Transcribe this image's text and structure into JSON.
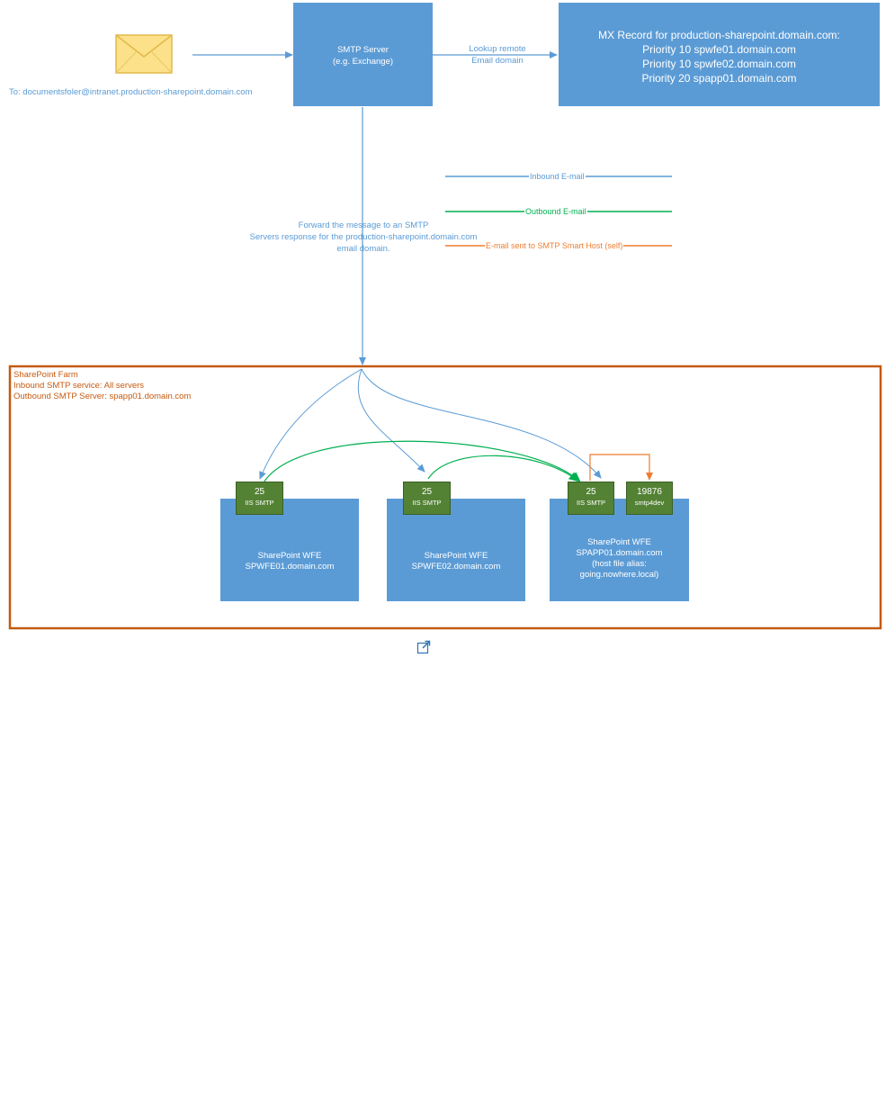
{
  "recipient": "To: documentsfoler@intranet.production-sharepoint.domain.com",
  "smtp_server": {
    "title": "SMTP Server",
    "subtitle": "(e.g. Exchange)"
  },
  "lookup_label": "Lookup remote\nEmail domain",
  "mx_record": {
    "title": "MX Record for production-sharepoint.domain.com:",
    "entries": [
      "Priority 10 spwfe01.domain.com",
      "Priority 10 spwfe02.domain.com",
      "Priority 20 spapp01.domain.com"
    ]
  },
  "legend": {
    "inbound": "Inbound E-mail",
    "outbound": "Outbound E-mail",
    "smart_host": "E-mail sent to SMTP Smart Host (self)"
  },
  "forward_label": "Forward the message to an SMTP\nServers response for the production-sharepoint.domain.com\nemail domain.",
  "farm": {
    "title": "SharePoint Farm",
    "inbound": "Inbound SMTP service: All servers",
    "outbound": "Outbound SMTP Server: spapp01.domain.com"
  },
  "servers": [
    {
      "label": "SharePoint WFE\nSPWFE01.domain.com",
      "port": "25",
      "service": "IIS SMTP"
    },
    {
      "label": "SharePoint WFE\nSPWFE02.domain.com",
      "port": "25",
      "service": "IIS SMTP"
    },
    {
      "label": "SharePoint WFE\nSPAPP01.domain.com\n(host file alias:\ngoing.nowhere.local)",
      "port": "25",
      "service": "IIS SMTP"
    }
  ],
  "smtp4dev": {
    "port": "19876",
    "service": "smtp4dev"
  },
  "colors": {
    "inbound": "#5b9bd5",
    "outbound": "#00b050",
    "smart_host": "#ed7d31",
    "farm_border": "#c55a11",
    "server_box": "#5b9bd5",
    "port_box": "#548235"
  },
  "icons": [
    "envelope-icon",
    "external-link-icon"
  ]
}
